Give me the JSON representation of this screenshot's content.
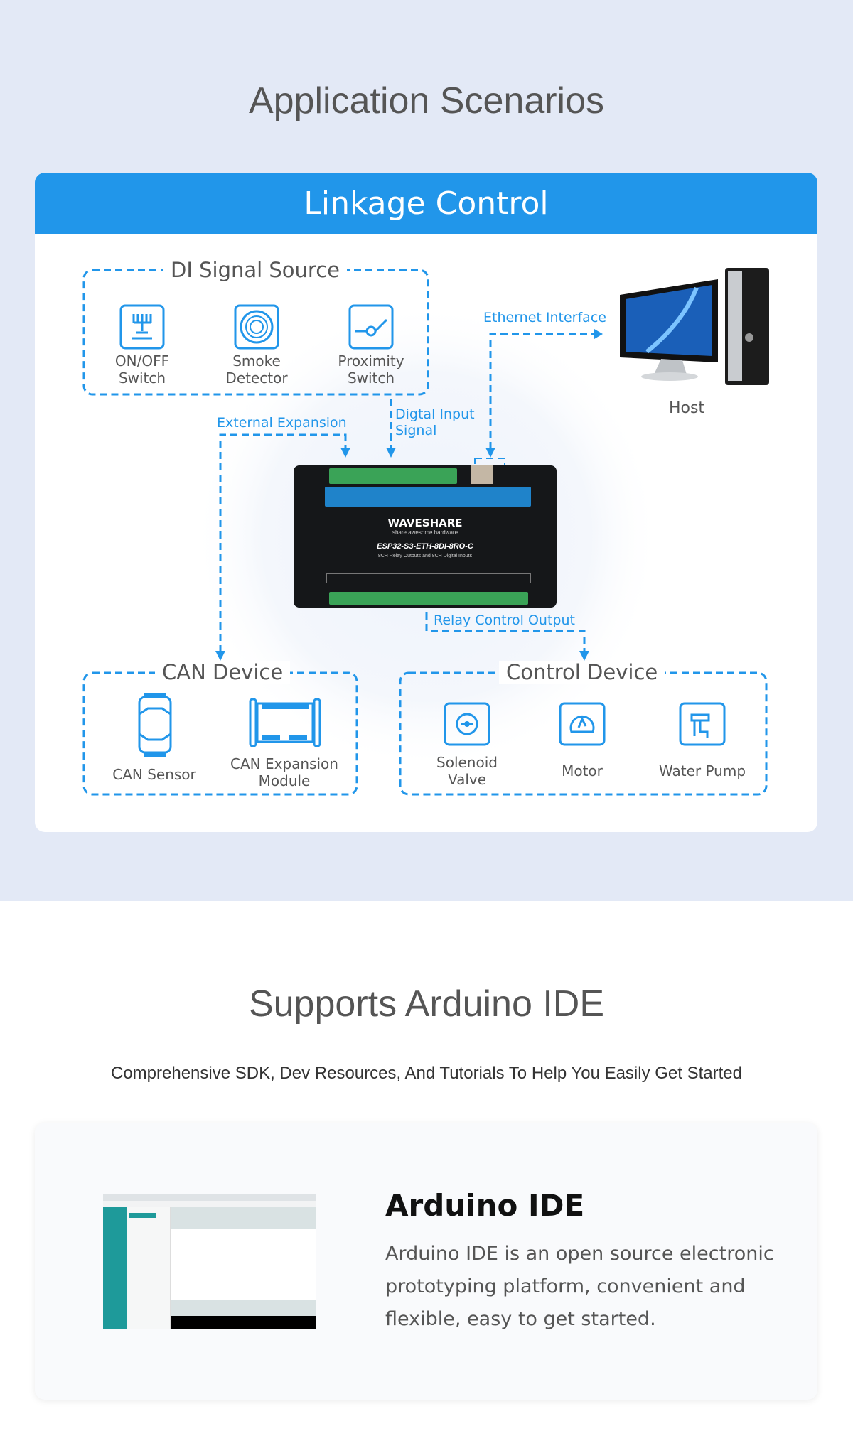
{
  "section1": {
    "title": "Application Scenarios",
    "card_title": "Linkage Control",
    "di_box": {
      "title": "DI Signal Source",
      "items": [
        {
          "icon": "switch-icon",
          "line1": "ON/OFF",
          "line2": "Switch"
        },
        {
          "icon": "smoke-detector-icon",
          "line1": "Smoke",
          "line2": "Detector"
        },
        {
          "icon": "proximity-switch-icon",
          "line1": "Proximity",
          "line2": "Switch"
        }
      ]
    },
    "host_label": "Host",
    "links": {
      "ethernet": "Ethernet Interface",
      "external": "External Expansion",
      "digital_1": "Digtal Input",
      "digital_2": "Signal",
      "relay": "Relay Control Output"
    },
    "device": {
      "brand": "WAVESHARE",
      "tagline": "share awesome hardware",
      "model": "ESP32-S3-ETH-8DI-8RO-C",
      "desc": "8CH Relay Outputs and 8CH Digital Inputs"
    },
    "can_box": {
      "title": "CAN Device",
      "items": [
        {
          "icon": "can-sensor-icon",
          "line1": "CAN Sensor",
          "line2": ""
        },
        {
          "icon": "can-expansion-module-icon",
          "line1": "CAN Expansion",
          "line2": "Module"
        }
      ]
    },
    "control_box": {
      "title": "Control Device",
      "items": [
        {
          "icon": "solenoid-valve-icon",
          "line1": "Solenoid",
          "line2": "Valve"
        },
        {
          "icon": "motor-icon",
          "line1": "Motor",
          "line2": ""
        },
        {
          "icon": "water-pump-icon",
          "line1": "Water Pump",
          "line2": ""
        }
      ]
    },
    "accent": "#2196ea"
  },
  "section2": {
    "title": "Supports Arduino IDE",
    "subtitle": "Comprehensive SDK, Dev Resources, And Tutorials To Help You Easily Get Started",
    "card_title": "Arduino IDE",
    "card_text": "Arduino IDE is an open source electronic prototyping platform, convenient and flexible, easy to get started."
  }
}
